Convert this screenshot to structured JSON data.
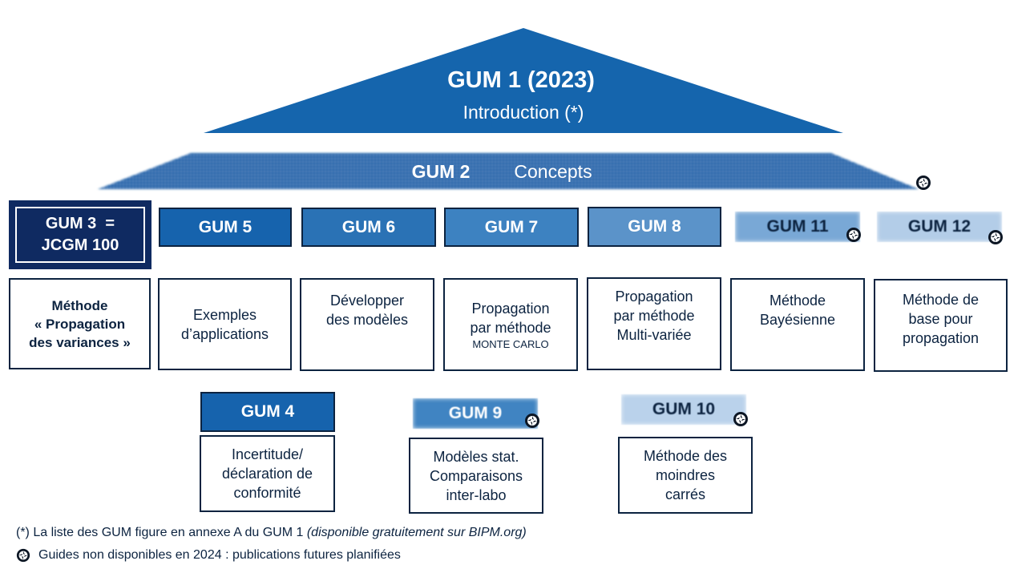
{
  "roof": {
    "gum1_title": "GUM 1 (2023)",
    "gum1_subtitle": "Introduction (*)",
    "gum2_title": "GUM 2",
    "gum2_subtitle": "Concepts"
  },
  "gum3": {
    "line1": "GUM 3  =",
    "line2": "JCGM 100",
    "desc_line1": "Méthode",
    "desc_line2": "« Propagation",
    "desc_line3": "des variances »"
  },
  "row1": [
    {
      "title": "GUM 5",
      "desc": [
        "Exemples",
        "d’applications"
      ]
    },
    {
      "title": "GUM 6",
      "desc": [
        "Développer",
        "des modèles"
      ]
    },
    {
      "title": "GUM 7",
      "desc": [
        "Propagation",
        "par méthode"
      ],
      "desc_small": "MONTE CARLO"
    },
    {
      "title": "GUM 8",
      "desc": [
        "Propagation",
        "par méthode",
        "Multi-variée"
      ]
    },
    {
      "title": "GUM 11",
      "desc": [
        "Méthode",
        "Bayésienne"
      ]
    },
    {
      "title": "GUM 12",
      "desc": [
        "Méthode de",
        "base pour",
        "propagation"
      ]
    }
  ],
  "row2": [
    {
      "title": "GUM 4",
      "desc": [
        "Incertitude/",
        "déclaration de",
        "conformité"
      ]
    },
    {
      "title": "GUM 9",
      "desc": [
        "Modèles stat.",
        "Comparaisons",
        "inter-labo"
      ]
    },
    {
      "title": "GUM 10",
      "desc": [
        "Méthode des",
        "moindres",
        "carrés"
      ]
    }
  ],
  "footnotes": {
    "note1_main": "(*) La liste des GUM figure en annexe A du GUM 1 ",
    "note1_italic": "(disponible gratuitement sur BIPM.org)",
    "note2": "Guides non disponibles en 2024 : publications futures planifiées"
  },
  "colors": {
    "navy": "#0c2340",
    "gum1_blue": "#1565ad",
    "gum3_navy": "#0f2a61",
    "gum5": "#1663ad",
    "gum6": "#2a72b5",
    "gum7": "#3d82c1",
    "gum8": "#5b93c9",
    "gum11": "#79a8d6",
    "gum12": "#b3cde8",
    "gum4": "#1663ad",
    "gum9": "#4084c2",
    "gum10": "#bad2eb"
  },
  "icons": {
    "not_available": "camera-aperture-icon"
  }
}
